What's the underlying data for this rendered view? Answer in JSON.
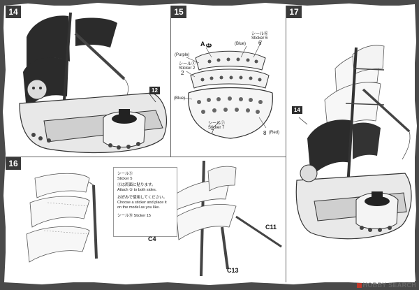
{
  "steps": {
    "s14": "14",
    "s15": "15",
    "s16": "16",
    "s17": "17"
  },
  "step14": {
    "part_callout": "12"
  },
  "step15": {
    "label_a": "A",
    "label_a_num": "11",
    "blue_top": "(Blue)",
    "purple": "(Purple)",
    "blue_left": "(Blue)",
    "red": "(Red)",
    "sticker_top": "シール⑥\nSticker 6",
    "sticker_2": "シール②\nSticker 2",
    "sticker_7": "シール⑦\nSticker 7",
    "num_2": "2",
    "num_6": "6",
    "num_7": "7",
    "num_8": "8"
  },
  "step16": {
    "note_line1": "シール⑤",
    "note_line2": "Sticker 5",
    "note_line3": "⑤は両面に貼ります。",
    "note_line4": "Attach ⑤ to both sides.",
    "note_line5": "お好みで使用してください。",
    "note_line6": "Choose a sticker and place it",
    "note_line7": "on the model as you like.",
    "sticker_label": "シール⑮ Sticker 15",
    "c4": "C4",
    "c11": "C11",
    "c13": "C13"
  },
  "step17": {
    "part_callout": "14"
  },
  "watermark": "HOBBY SEARCH"
}
